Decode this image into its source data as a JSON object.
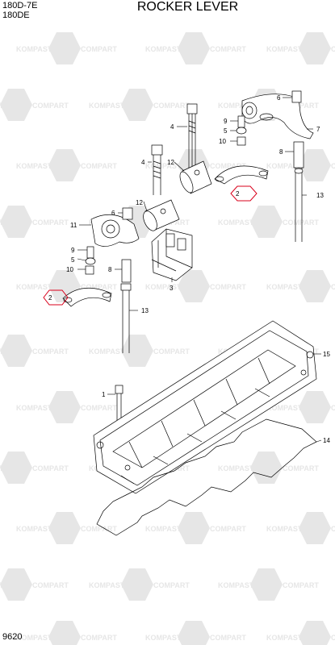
{
  "header": {
    "model_primary": "180D-7E",
    "model_secondary": "180DE",
    "title": "ROCKER LEVER"
  },
  "footer": {
    "page_number": "9620"
  },
  "watermark": {
    "brand_left": "KOMPAST",
    "brand_right": "COMPART"
  },
  "diagram": {
    "callouts": [
      "1",
      "2",
      "2",
      "3",
      "4",
      "4",
      "5",
      "5",
      "6",
      "6",
      "7",
      "8",
      "8",
      "9",
      "9",
      "10",
      "10",
      "11",
      "12",
      "12",
      "13",
      "13",
      "14",
      "15"
    ]
  },
  "colors": {
    "line": "#000000",
    "highlight": "#d9001b",
    "watermark": "#e6e6e6"
  }
}
